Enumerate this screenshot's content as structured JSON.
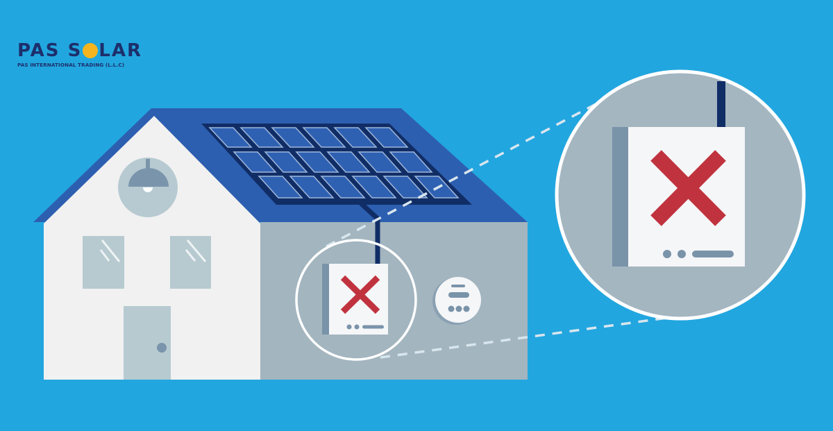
{
  "logo": {
    "title_left": "PAS S",
    "title_right": "LAR",
    "sun_icon": "sun-icon",
    "subtitle": "PAS INTERNATIONAL TRADING (L.L.C)"
  },
  "illustration": {
    "subject": "house-with-rooftop-solar-panels-and-failed-inverter",
    "panel_grid": {
      "rows": 3,
      "cols": 6
    },
    "inverter_status": "error",
    "status_icon": "red-x-icon"
  },
  "colors": {
    "background": "#22a6df",
    "roof": "#2d5fb0",
    "panel_frame": "#102d66",
    "panel_cell": "#2f61b3",
    "house_front": "#f1f1f1",
    "house_side": "#a3b5bf",
    "window": "#b6cad0",
    "inverter_body": "#f5f6f8",
    "inverter_side": "#7993a9",
    "error_red": "#c0333e",
    "logo_navy": "#1c2f6b",
    "sun_yellow": "#f6b51e"
  }
}
